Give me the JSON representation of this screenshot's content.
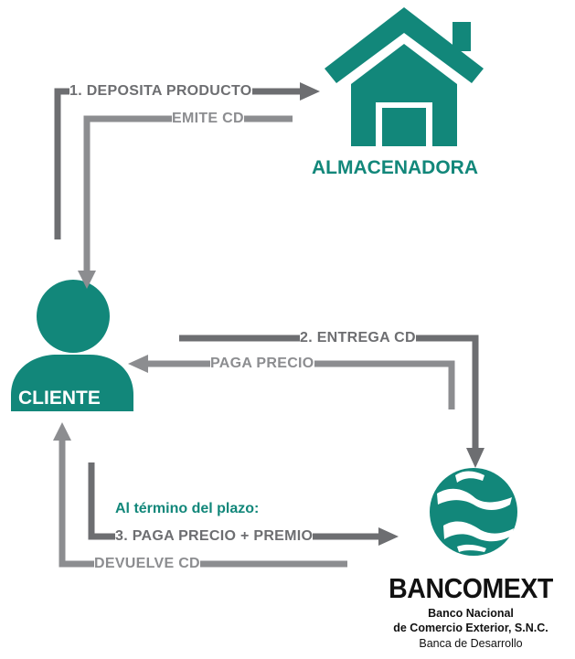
{
  "nodes": {
    "warehouse": {
      "label": "ALMACENADORA"
    },
    "client": {
      "label": "CLIENTE"
    },
    "bank": {
      "wordmark": "BANCOMEXT",
      "line1": "Banco Nacional",
      "line2": "de Comercio Exterior, S.N.C.",
      "line3": "Banca de Desarrollo"
    }
  },
  "flows": {
    "deposit": "1. DEPOSITA PRODUCTO",
    "issue_cd": "EMITE CD",
    "deliver_cd": "2. ENTREGA CD",
    "pay_price": "PAGA PRECIO",
    "term_note": "Al término del plazo:",
    "pay_price_premium": "3. PAGA PRECIO + PREMIO",
    "return_cd": "DEVUELVE CD"
  },
  "colors": {
    "teal": "#12877a",
    "arrow_gray": "#6d6e71",
    "arrow_light": "#8c8d90"
  }
}
